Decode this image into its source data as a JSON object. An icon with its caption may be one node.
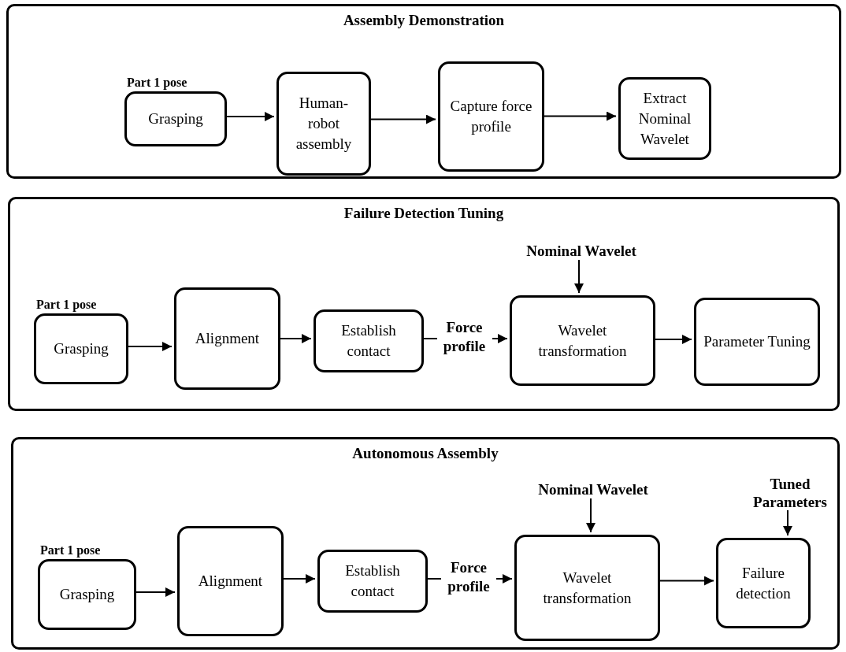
{
  "diagram": {
    "nodes": [
      {
        "text": [
          "Assembly Demonstration"
        ]
      },
      {
        "text": [
          "Grasping"
        ],
        "in": 0,
        "beside": [
          "Part 1 pose"
        ]
      },
      {
        "text": [
          "Human-robot assembly"
        ],
        "in": 0
      },
      {
        "text": [
          "Capture force profile"
        ],
        "in": 0
      },
      {
        "text": [
          "Extract Nominal Wavelet"
        ],
        "in": 0
      },
      {
        "text": [
          "Failure Detection Tuning"
        ]
      },
      {
        "text": [
          "Grasping"
        ],
        "in": 5,
        "beside": [
          "Part 1 pose"
        ]
      },
      {
        "text": [
          "Alignment"
        ],
        "in": 5
      },
      {
        "text": [
          "Establish contact"
        ],
        "in": 5
      },
      {
        "text": [
          "Wavelet transformation"
        ],
        "in": 5
      },
      {
        "text": [
          "Parameter Tuning"
        ],
        "in": 5
      },
      {
        "text": [
          "Nominal Wavelet"
        ],
        "in": 5
      },
      {
        "text": [
          "Autonomous Assembly"
        ]
      },
      {
        "text": [
          "Grasping"
        ],
        "in": 12,
        "beside": [
          "Part 1 pose"
        ]
      },
      {
        "text": [
          "Alignment"
        ],
        "in": 12
      },
      {
        "text": [
          "Establish contact"
        ],
        "in": 12
      },
      {
        "text": [
          "Wavelet transformation"
        ],
        "in": 12
      },
      {
        "text": [
          "Failure detection"
        ],
        "in": 12
      },
      {
        "text": [
          "Nominal Wavelet"
        ],
        "in": 12
      },
      {
        "text": [
          "Tuned Parameters"
        ],
        "in": 12
      }
    ],
    "edges": [
      {
        "from": 1,
        "to": 2,
        "arrow": "to"
      },
      {
        "from": 2,
        "to": 3,
        "arrow": "to"
      },
      {
        "from": 3,
        "to": 4,
        "arrow": "to"
      },
      {
        "from": 6,
        "to": 7,
        "arrow": "to"
      },
      {
        "from": 7,
        "to": 8,
        "arrow": "to"
      },
      {
        "from": 8,
        "to": 9,
        "arrow": "to",
        "label": "Force profile"
      },
      {
        "from": 11,
        "to": 9,
        "arrow": "to"
      },
      {
        "from": 9,
        "to": 10,
        "arrow": "to"
      },
      {
        "from": 13,
        "to": 14,
        "arrow": "to"
      },
      {
        "from": 14,
        "to": 15,
        "arrow": "to"
      },
      {
        "from": 15,
        "to": 16,
        "arrow": "to",
        "label": "Force profile"
      },
      {
        "from": 18,
        "to": 16,
        "arrow": "to"
      },
      {
        "from": 16,
        "to": 17,
        "arrow": "to"
      },
      {
        "from": 19,
        "to": 17,
        "arrow": "to"
      }
    ]
  }
}
